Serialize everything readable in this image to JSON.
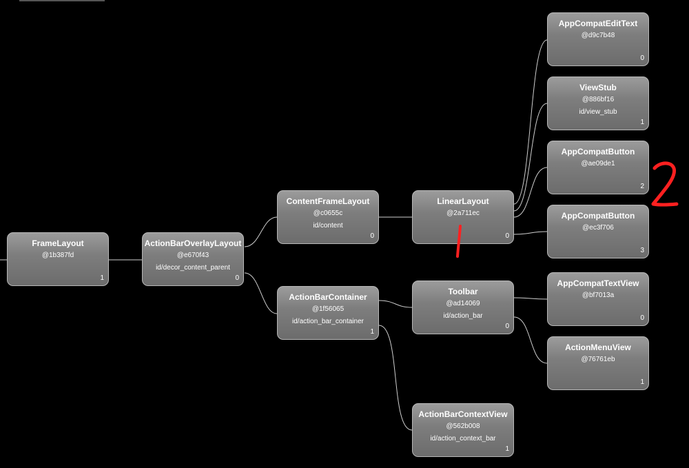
{
  "colors": {
    "background": "#000000",
    "node_fill": "#7e7e7e",
    "edge": "#d0d0d0",
    "annotation": "#ff2020"
  },
  "nodes": [
    {
      "name": "FrameLayout",
      "hash": "@1b387fd",
      "id": "",
      "index": "1"
    },
    {
      "name": "ActionBarOverlayLayout",
      "hash": "@e670f43",
      "id": "id/decor_content_parent",
      "index": "0"
    },
    {
      "name": "ContentFrameLayout",
      "hash": "@c0655c",
      "id": "id/content",
      "index": "0"
    },
    {
      "name": "ActionBarContainer",
      "hash": "@1f56065",
      "id": "id/action_bar_container",
      "index": "1"
    },
    {
      "name": "LinearLayout",
      "hash": "@2a711ec",
      "id": "",
      "index": "0"
    },
    {
      "name": "Toolbar",
      "hash": "@ad14069",
      "id": "id/action_bar",
      "index": "0"
    },
    {
      "name": "ActionBarContextView",
      "hash": "@562b008",
      "id": "id/action_context_bar",
      "index": "1"
    },
    {
      "name": "AppCompatEditText",
      "hash": "@d9c7b48",
      "id": "",
      "index": "0"
    },
    {
      "name": "ViewStub",
      "hash": "@886bf16",
      "id": "id/view_stub",
      "index": "1"
    },
    {
      "name": "AppCompatButton",
      "hash": "@ae09de1",
      "id": "",
      "index": "2"
    },
    {
      "name": "AppCompatButton",
      "hash": "@ec3f706",
      "id": "",
      "index": "3"
    },
    {
      "name": "AppCompatTextView",
      "hash": "@bf7013a",
      "id": "",
      "index": "0"
    },
    {
      "name": "ActionMenuView",
      "hash": "@76761eb",
      "id": "",
      "index": "1"
    }
  ]
}
